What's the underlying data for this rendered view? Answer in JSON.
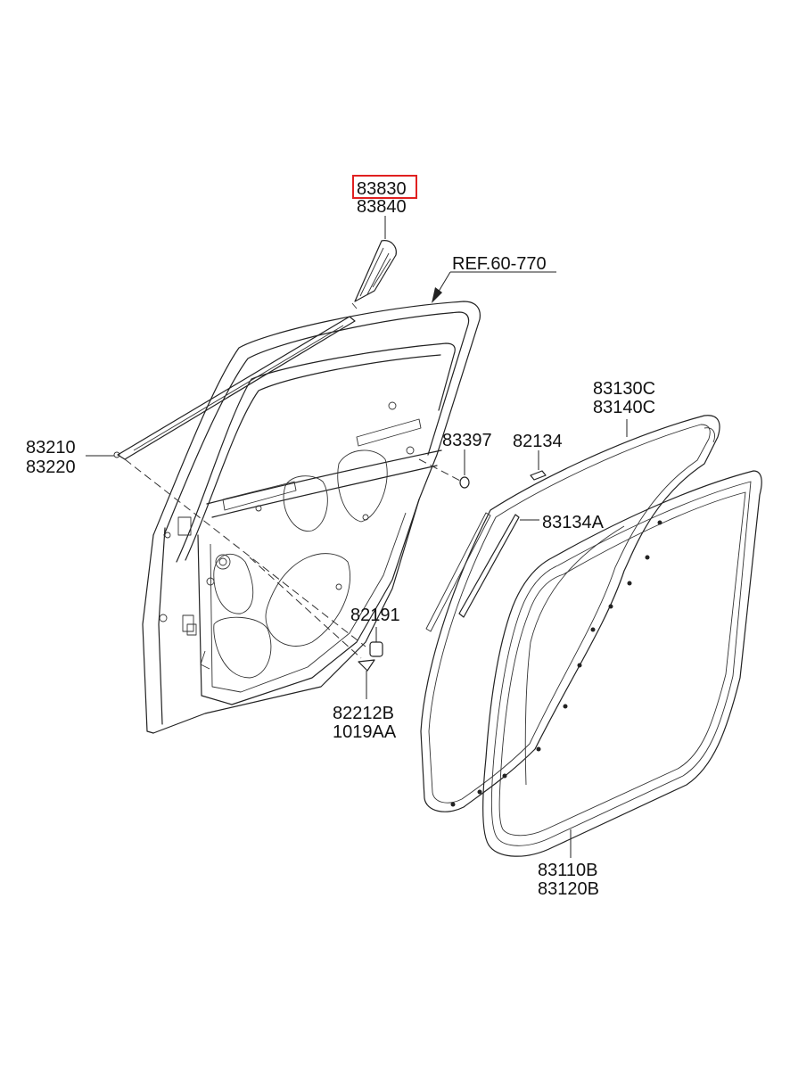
{
  "labels": {
    "p83830": "83830",
    "p83840": "83840",
    "ref": "REF.60-770",
    "p83210": "83210",
    "p83220": "83220",
    "p83397": "83397",
    "p82134": "82134",
    "p83130c": "83130C",
    "p83140c": "83140C",
    "p83134a": "83134A",
    "p82191": "82191",
    "p82212b": "82212B",
    "p1019aa": "1019AA",
    "p83110b": "83110B",
    "p83120b": "83120B"
  },
  "highlight": {
    "part": "83830",
    "color": "#e02020"
  },
  "icons": [
    "door-panel-icon",
    "weatherstrip-icon",
    "clip-icon",
    "plug-icon",
    "garnish-icon"
  ]
}
